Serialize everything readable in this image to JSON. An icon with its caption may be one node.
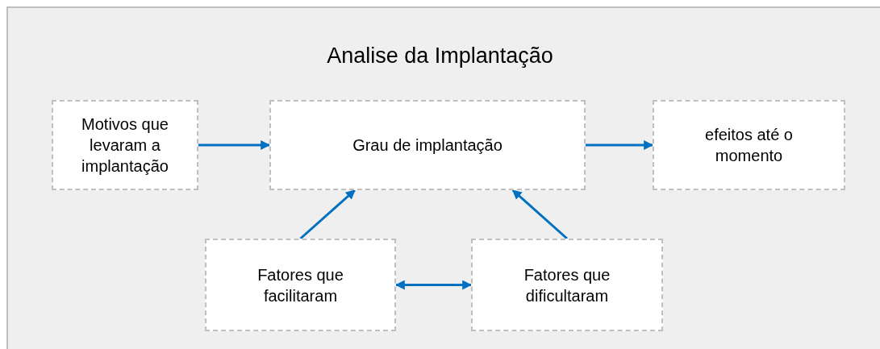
{
  "diagram": {
    "title": "Analise da Implantação",
    "nodes": [
      {
        "text": [
          "Motivos que levaram a implantação"
        ]
      },
      {
        "text": [
          "Grau de implantação"
        ]
      },
      {
        "text": [
          "efeitos até o momento"
        ]
      },
      {
        "text": [
          "Fatores que facilitaram"
        ]
      },
      {
        "text": [
          "Fatores que dificultaram"
        ]
      }
    ],
    "edges": [
      {
        "from": 0,
        "to": 1,
        "arrow": "to"
      },
      {
        "from": 1,
        "to": 2,
        "arrow": "to"
      },
      {
        "from": 3,
        "to": 1,
        "arrow": "to"
      },
      {
        "from": 4,
        "to": 1,
        "arrow": "to"
      },
      {
        "from": 3,
        "to": 4,
        "arrow": "both"
      }
    ]
  }
}
